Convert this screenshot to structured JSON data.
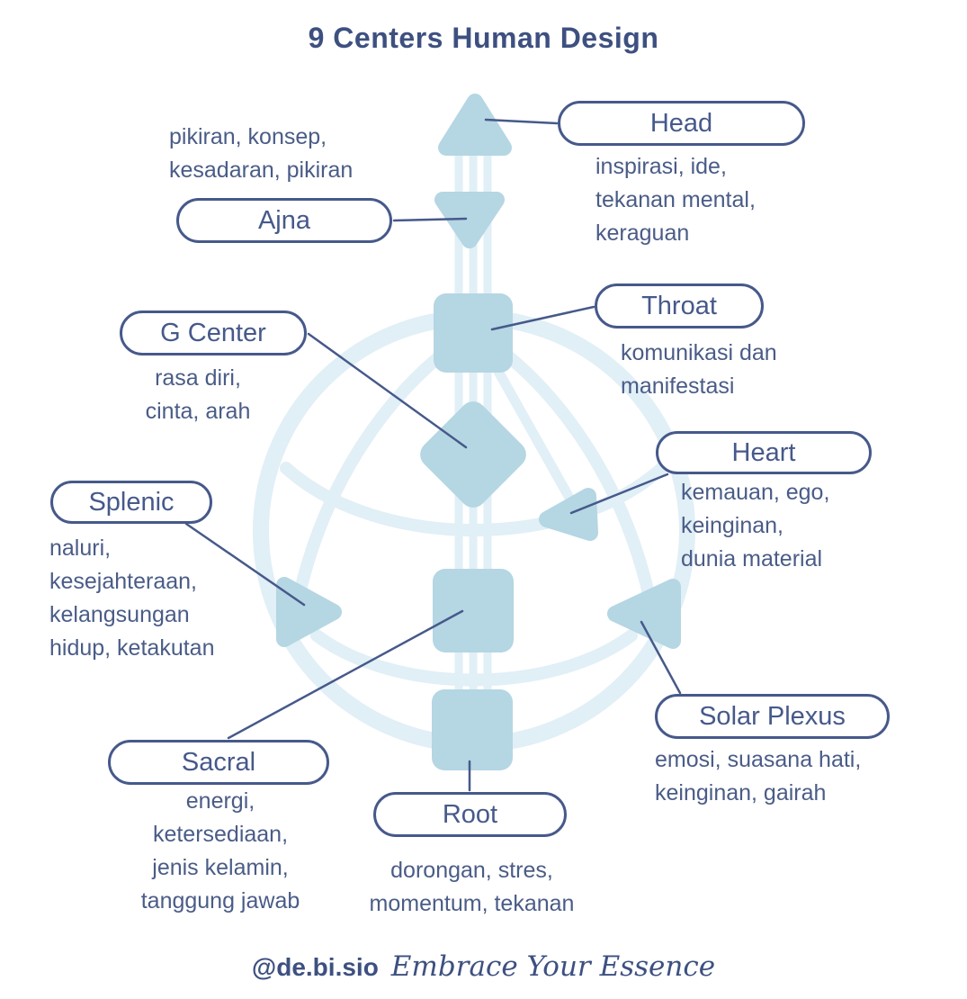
{
  "title": "9 Centers Human Design",
  "footer": {
    "handle": "@de.bi.sio",
    "tagline": "Embrace Your Essence"
  },
  "colors": {
    "navy": "#46598a",
    "shape_blue": "#b5d6e3",
    "faint_blue": "#e1eff6",
    "background": "#ffffff"
  },
  "centers": {
    "head": {
      "label": "Head",
      "desc": "inspirasi, ide,\ntekanan mental,\nkeraguan"
    },
    "ajna": {
      "label": "Ajna",
      "desc": "pikiran, konsep,\nkesadaran, pikiran"
    },
    "throat": {
      "label": "Throat",
      "desc": "komunikasi dan\nmanifestasi"
    },
    "g_center": {
      "label": "G Center",
      "desc": "rasa diri,\ncinta, arah"
    },
    "heart": {
      "label": "Heart",
      "desc": "kemauan, ego,\nkeinginan,\ndunia material"
    },
    "splenic": {
      "label": "Splenic",
      "desc": "naluri,\nkesejahteraan,\nkelangsungan\nhidup, ketakutan"
    },
    "solar_plexus": {
      "label": "Solar Plexus",
      "desc": "emosi, suasana hati,\nkeinginan, gairah"
    },
    "sacral": {
      "label": "Sacral",
      "desc": "energi,\nketersediaan,\njenis kelamin,\ntanggung jawab"
    },
    "root": {
      "label": "Root",
      "desc": "dorongan, stres,\nmomentum, tekanan"
    }
  }
}
